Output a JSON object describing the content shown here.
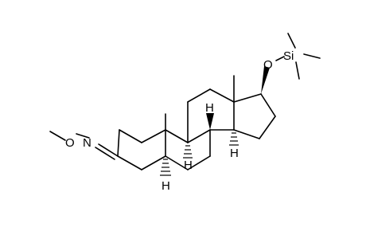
{
  "molecule": {
    "atoms": {
      "oxime_nitrogen": "N",
      "oxime_oxygen": "O",
      "silyl_ether_oxygen": "O",
      "silicon": "Si",
      "h5": "H",
      "h8": "H",
      "h9": "H",
      "h14": "H"
    }
  },
  "colors": {
    "line": "#000000",
    "background": "#ffffff"
  }
}
